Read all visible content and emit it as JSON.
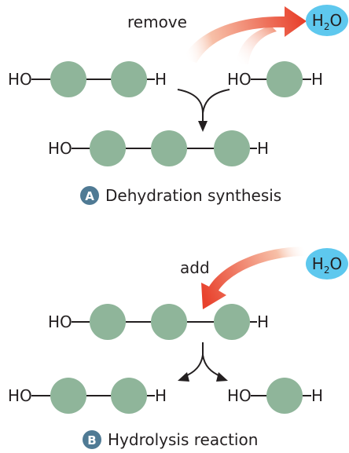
{
  "colors": {
    "monomer": "#8fb59a",
    "bond": "#231f20",
    "water_bubble": "#5ec8ee",
    "badge": "#4f7a94",
    "arrow_red": "#e8412c",
    "arrow_light": "#f7c0a8"
  },
  "labels": {
    "ho": "HO",
    "h": "H",
    "h2o_main": "H",
    "h2o_sub": "2",
    "h2o_end": "O"
  },
  "panel_a": {
    "badge": "A",
    "caption": "Dehydration synthesis",
    "arrow_label": "remove"
  },
  "panel_b": {
    "badge": "B",
    "caption": "Hydrolysis reaction",
    "arrow_label": "add"
  }
}
